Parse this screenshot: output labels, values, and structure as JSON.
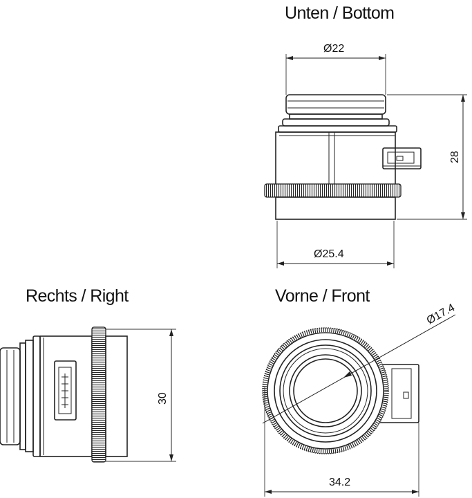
{
  "views": {
    "bottom": {
      "title": "Unten / Bottom",
      "dim_top": "Ø22",
      "dim_bottom": "Ø25.4",
      "dim_right": "28"
    },
    "right": {
      "title": "Rechts / Right",
      "dim_right": "30"
    },
    "front": {
      "title": "Vorne / Front",
      "dim_diameter": "Ø17.4",
      "dim_width": "34.2"
    }
  },
  "colors": {
    "line": "#222222",
    "background": "#ffffff"
  }
}
